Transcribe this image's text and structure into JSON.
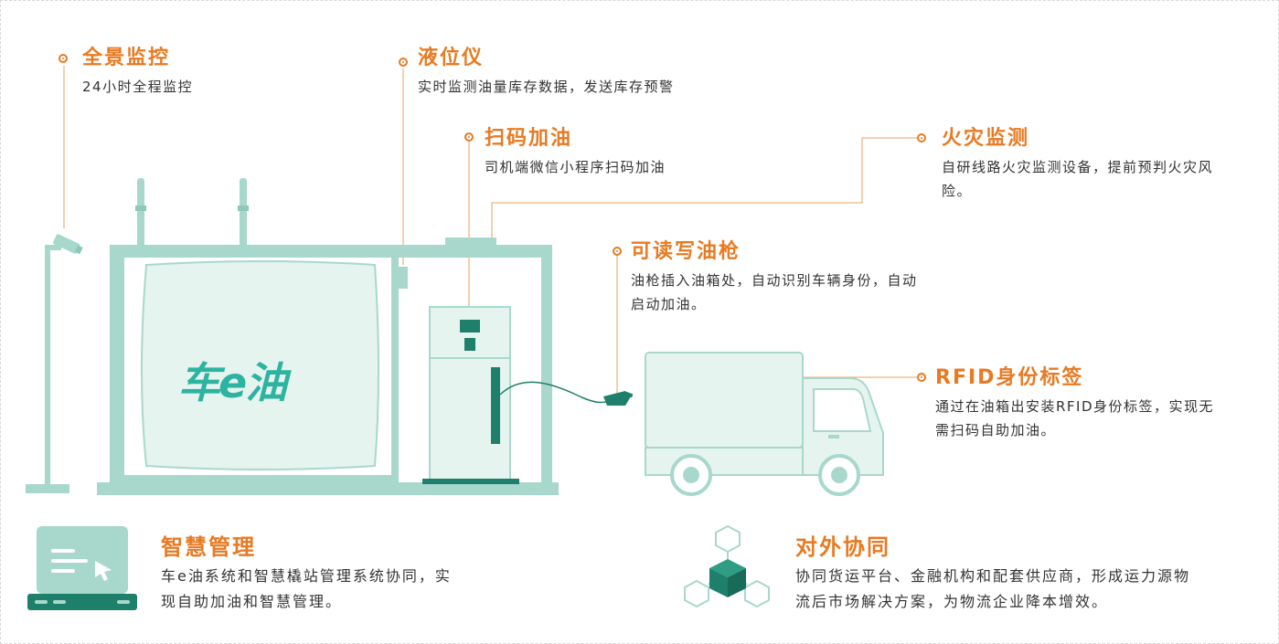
{
  "logo": {
    "text": "车e油"
  },
  "callouts": {
    "panorama": {
      "title": "全景监控",
      "desc": "24小时全程监控"
    },
    "level": {
      "title": "液位仪",
      "desc": "实时监测油量库存数据，发送库存预警"
    },
    "scan": {
      "title": "扫码加油",
      "desc": "司机端微信小程序扫码加油"
    },
    "fire": {
      "title": "火灾监测",
      "desc": "自研线路火灾监测设备，提前预判火灾风险。"
    },
    "nozzle": {
      "title": "可读写油枪",
      "desc": "油枪插入油箱处，自动识别车辆身份，自动启动加油。"
    },
    "rfid": {
      "title": "RFID身份标签",
      "desc": "通过在油箱出安装RFID身份标签，实现无需扫码自助加油。"
    },
    "smart": {
      "title": "智慧管理",
      "desc": "车e油系统和智慧橇站管理系统协同，实现自助加油和智慧管理。"
    },
    "coop": {
      "title": "对外协同",
      "desc": "协同货运平台、金融机构和配套供应商，形成运力源物流后市场解决方案，为物流企业降本增效。"
    }
  },
  "colors": {
    "accent": "#e87a22",
    "teal_light": "#a8d8cc",
    "teal_dark": "#1e7f6a",
    "fill": "#e6f4f0"
  },
  "icons": [
    "camera-icon",
    "laptop-icon",
    "cube-network-icon",
    "truck-icon",
    "fuel-dispenser-icon"
  ]
}
